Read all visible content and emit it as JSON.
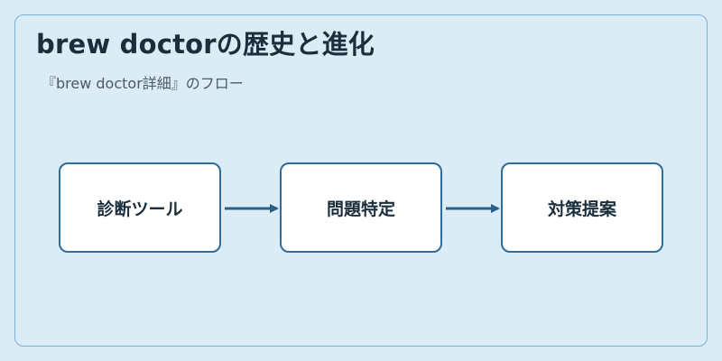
{
  "diagram": {
    "title": "brew doctorの歴史と進化",
    "subtitle": "『brew doctor詳細』のフロー",
    "nodes": [
      {
        "label": "診断ツール"
      },
      {
        "label": "問題特定"
      },
      {
        "label": "対策提案"
      }
    ],
    "edges": [
      {
        "from": 0,
        "to": 1
      },
      {
        "from": 1,
        "to": 2
      }
    ],
    "colors": {
      "background": "#dcecf7",
      "frame_border": "#7fb1d6",
      "node_border": "#2f6d9a",
      "node_fill": "#ffffff",
      "arrow": "#2a5f87",
      "text": "#1b2e3c"
    }
  }
}
